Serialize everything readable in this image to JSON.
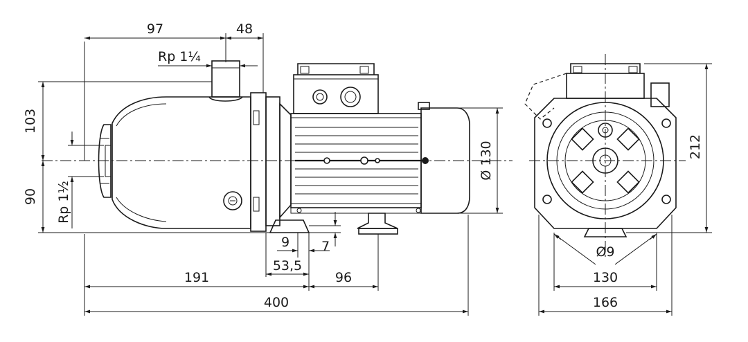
{
  "side_view": {
    "dim_97": "97",
    "dim_48": "48",
    "outlet_thread": "Rp 1¼",
    "dim_103": "103",
    "dim_90": "90",
    "inlet_thread": "Rp 1½",
    "dim_9": "9",
    "dim_7": "7",
    "dim_53_5": "53,5",
    "dim_191": "191",
    "dim_96": "96",
    "dim_400": "400",
    "dim_d130": "Ø 130"
  },
  "front_view": {
    "dim_212": "212",
    "dim_d9": "Ø9",
    "dim_130": "130",
    "dim_166": "166"
  }
}
